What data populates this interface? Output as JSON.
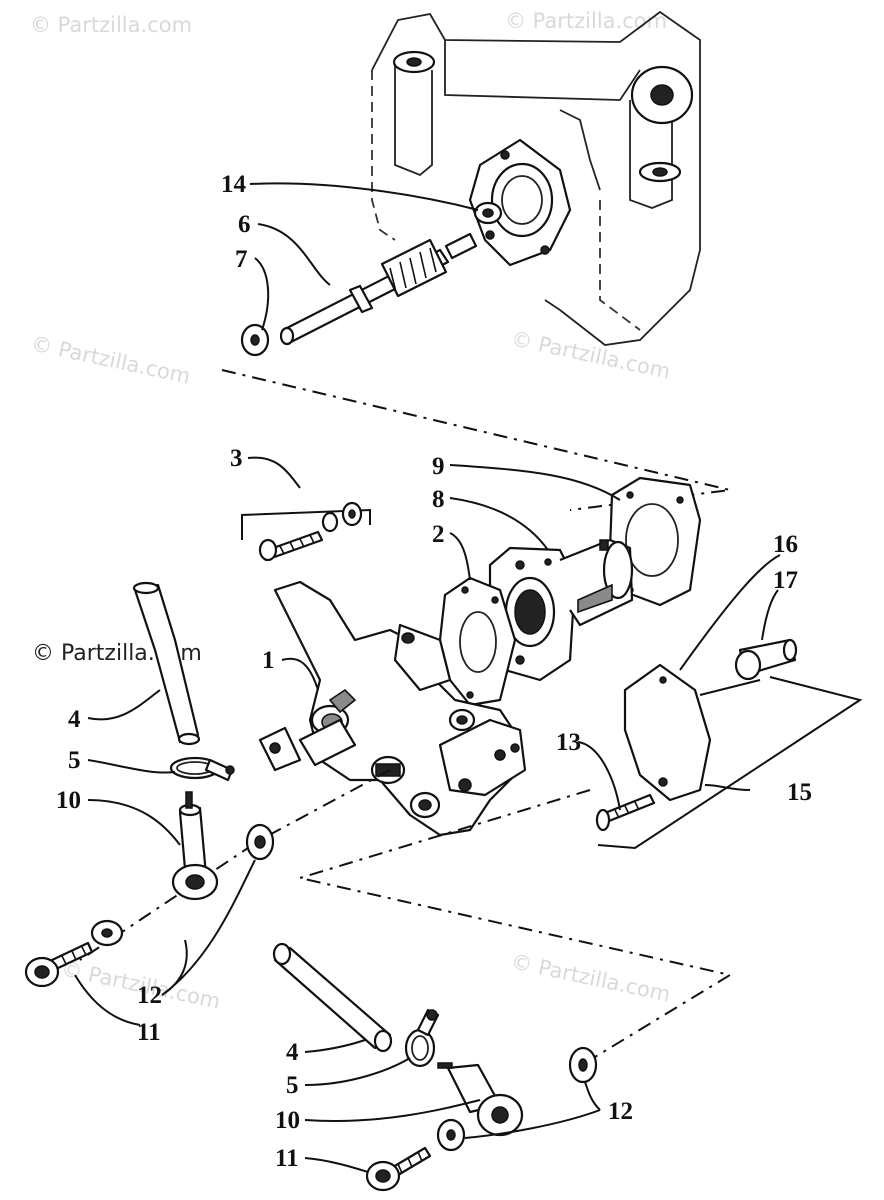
{
  "watermarks": [
    "© Partzilla.com",
    "© Partzilla.com",
    "© Partzilla.com",
    "© Partzilla.com",
    "© Partzilla.com",
    "© Partzilla.com"
  ],
  "watermark_main": "© Partzilla.com",
  "callouts": {
    "c14": "14",
    "c6": "6",
    "c7": "7",
    "c3": "3",
    "c9": "9",
    "c8": "8",
    "c2": "2",
    "c16": "16",
    "c17": "17",
    "c1": "1",
    "c4a": "4",
    "c5a": "5",
    "c10a": "10",
    "c13": "13",
    "c15": "15",
    "c12a": "12",
    "c11a": "11",
    "c4b": "4",
    "c5b": "5",
    "c10b": "10",
    "c12b": "12",
    "c11b": "11"
  },
  "colors": {
    "ink": "#111111",
    "watermark": "#d9d9d9",
    "background": "#ffffff"
  }
}
